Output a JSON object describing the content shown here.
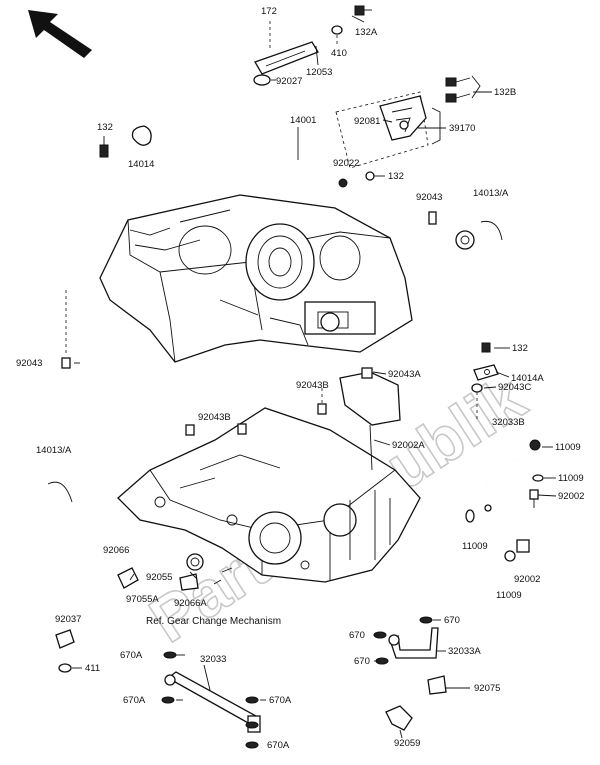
{
  "watermark": "PartsRepublik",
  "reference_note": "Ref. Gear Change Mechanism",
  "icons": {
    "direction_arrow": "arrow-up-left-icon"
  },
  "labels": {
    "p172": "172",
    "p132A": "132A",
    "p410": "410",
    "p12053": "12053",
    "p92027": "92027",
    "p132B": "132B",
    "p132_top": "132",
    "p14014": "14014",
    "p14001": "14001",
    "p92081": "92081",
    "p39170": "39170",
    "p92022": "92022",
    "p132_mid": "132",
    "p92043_top": "92043",
    "p14013A_top": "14013/A",
    "p92043_left": "92043",
    "p132_right": "132",
    "p14014A": "14014A",
    "p92043C": "92043C",
    "p92043B_1": "92043B",
    "p92043A": "92043A",
    "p92043B_2": "92043B",
    "p92002A": "92002A",
    "p32033B": "32033B",
    "p11009_1": "11009",
    "p11009_2": "11009",
    "p92002_1": "92002",
    "p14013A_left": "14013/A",
    "p11009_3": "11009",
    "p92066": "92066",
    "p92055": "92055",
    "p97055A": "97055A",
    "p92066A": "92066A",
    "p92002_2": "92002",
    "p11009_4": "11009",
    "p92037": "92037",
    "p411": "411",
    "p670_1": "670",
    "p670_2": "670",
    "p32033A": "32033A",
    "p670_3": "670",
    "p670A_1": "670A",
    "p32033": "32033",
    "p92075": "92075",
    "p670A_2": "670A",
    "p670A_3": "670A",
    "p670A_4": "670A",
    "p92059": "92059"
  }
}
